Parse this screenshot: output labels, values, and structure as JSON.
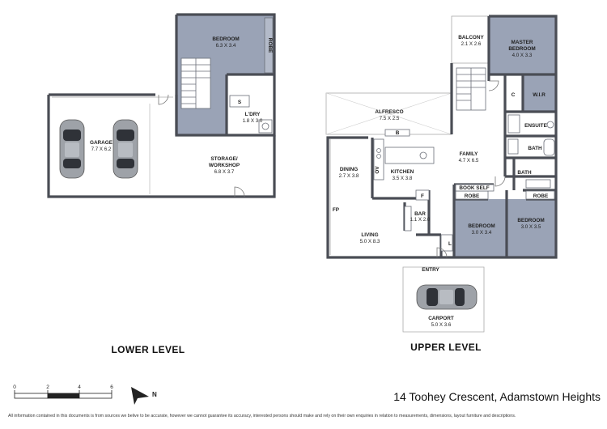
{
  "lower_level": {
    "title": "LOWER LEVEL",
    "rooms": {
      "bedroom": {
        "name": "BEDROOM",
        "dim": "6.3 X 3.4"
      },
      "robe": {
        "name": "ROBE"
      },
      "laundry": {
        "name": "L'DRY",
        "dim": "1.8 X 3.0"
      },
      "s": {
        "name": "S"
      },
      "garage": {
        "name": "GARAGE",
        "dim": "7.7 X 6.2"
      },
      "storage": {
        "name": "STORAGE/",
        "name2": "WORKSHOP",
        "dim": "6.8 X 3.7"
      }
    }
  },
  "upper_level": {
    "title": "UPPER LEVEL",
    "rooms": {
      "balcony": {
        "name": "BALCONY",
        "dim": "2.1 X 2.6"
      },
      "master": {
        "name": "MASTER",
        "name2": "BEDROOM",
        "dim": "4.0 X 3.3"
      },
      "wir": {
        "name": "W.I.R"
      },
      "c": {
        "name": "C"
      },
      "ensuite": {
        "name": "ENSUITE"
      },
      "bath": {
        "name": "BATH"
      },
      "bath2": {
        "name": "BATH"
      },
      "alfresco": {
        "name": "ALFRESCO",
        "dim": "7.5 X 2.5"
      },
      "b": {
        "name": "B"
      },
      "family": {
        "name": "FAMILY",
        "dim": "4.7 X 6.5"
      },
      "dining": {
        "name": "DINING",
        "dim": "2.7 X 3.8"
      },
      "ov": {
        "name": "OV"
      },
      "kitchen": {
        "name": "KITCHEN",
        "dim": "3.5 X 3.8"
      },
      "f": {
        "name": "F"
      },
      "bar": {
        "name": "BAR",
        "dim": "1.1 X 2.0"
      },
      "bookself": {
        "name": "BOOK SELF"
      },
      "robe1": {
        "name": "ROBE"
      },
      "robe2": {
        "name": "ROBE"
      },
      "bedroom1": {
        "name": "BEDROOM",
        "dim": "3.0 X 3.4"
      },
      "bedroom2": {
        "name": "BEDROOM",
        "dim": "3.0 X 3.5"
      },
      "fp": {
        "name": "FP"
      },
      "living": {
        "name": "LIVING",
        "dim": "5.0 X 8.3"
      },
      "l": {
        "name": "L"
      },
      "entry": {
        "name": "ENTRY"
      },
      "carport": {
        "name": "CARPORT",
        "dim": "5.0 X 3.6"
      }
    }
  },
  "scale_bar": {
    "ticks": [
      "0",
      "2",
      "4",
      "6"
    ]
  },
  "compass": {
    "label": "N"
  },
  "address": "14 Toohey Crescent, Adamstown Heights",
  "disclaimer": "All information contained in this documents is  from sources we belive to be accurate, however we cannot guarantee its accuracy, interested persons should make and rely on their own enquiries  in relation to measurements, dimensions, layout furniture and descriptions.",
  "colors": {
    "wall": "#4a4d55",
    "bedroom_fill": "#9aa3b6",
    "outline": "#aaaaaa"
  }
}
